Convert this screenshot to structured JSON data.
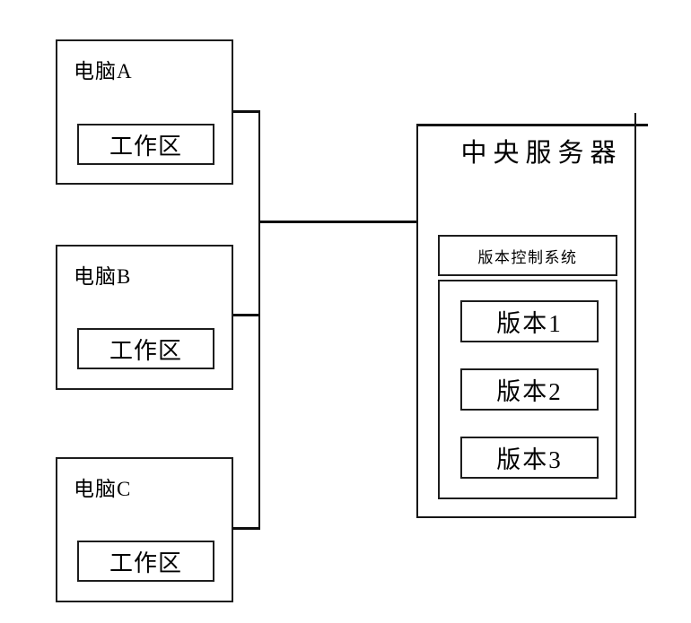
{
  "diagram": {
    "title_hint": "centralized version control system diagram",
    "line_color": "#0d0d0d",
    "computers": [
      {
        "label": "电脑A",
        "workspace_label": "工作区"
      },
      {
        "label": "电脑B",
        "workspace_label": "工作区"
      },
      {
        "label": "电脑C",
        "workspace_label": "工作区"
      }
    ],
    "server": {
      "title": "中央服务器",
      "vcs": {
        "title": "版本控制系统",
        "versions": [
          "版本1",
          "版本2",
          "版本3"
        ]
      }
    }
  }
}
